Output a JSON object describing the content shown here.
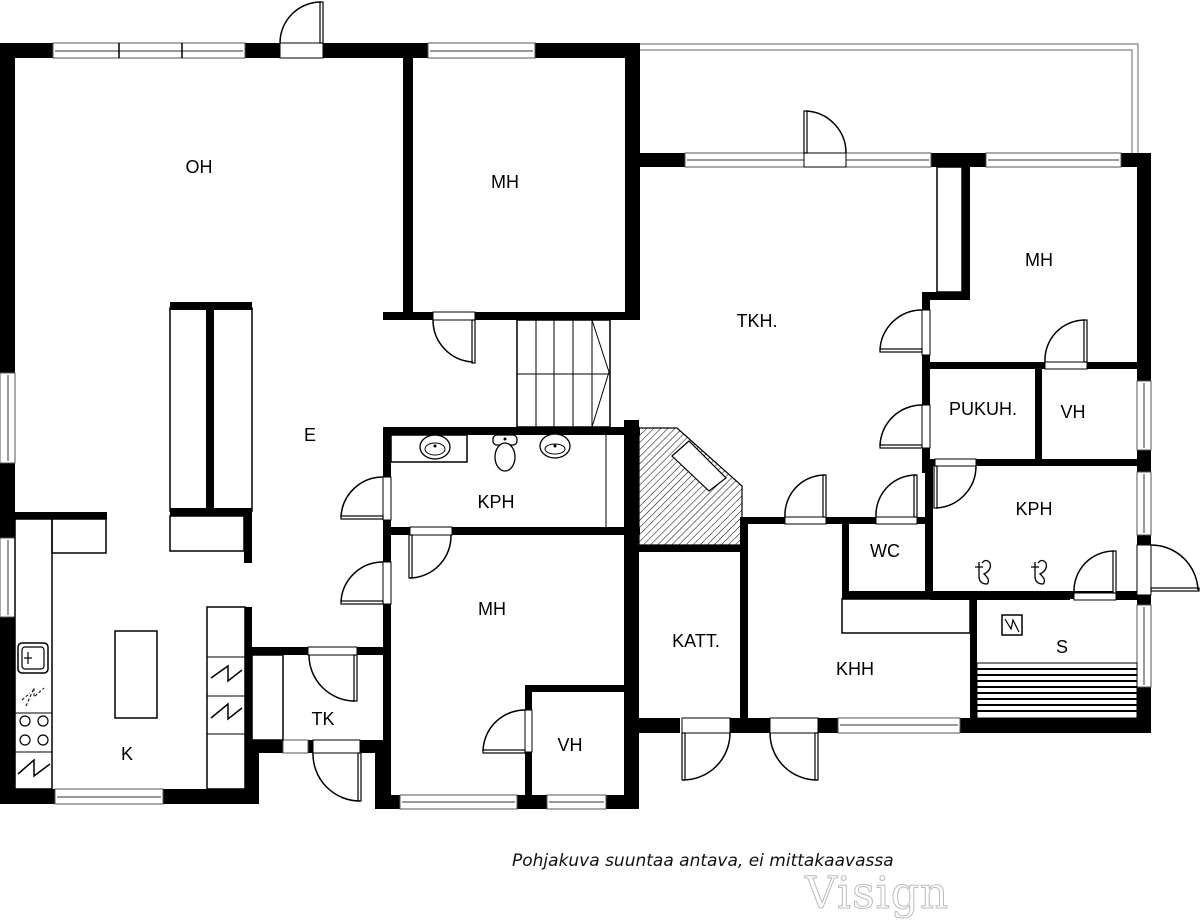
{
  "plan": {
    "rooms": {
      "oh": "OH",
      "mh_top": "MH",
      "tkh": "TKH.",
      "mh_right": "MH",
      "pukuh": "PUKUH.",
      "vh_right": "VH",
      "e": "E",
      "kph_center": "KPH",
      "kph_right": "KPH",
      "wc": "WC",
      "mh_center": "MH",
      "katt": "KATT.",
      "khh": "KHH",
      "s": "S",
      "k": "K",
      "tk": "TK",
      "vh_bottom": "VH"
    }
  },
  "caption": "Pohjakuva suuntaa antava, ei mittakaavassa",
  "watermark": "Visign",
  "colors": {
    "wall": "#000000",
    "window_pane": "#999999",
    "terrace_outline": "#999999"
  }
}
